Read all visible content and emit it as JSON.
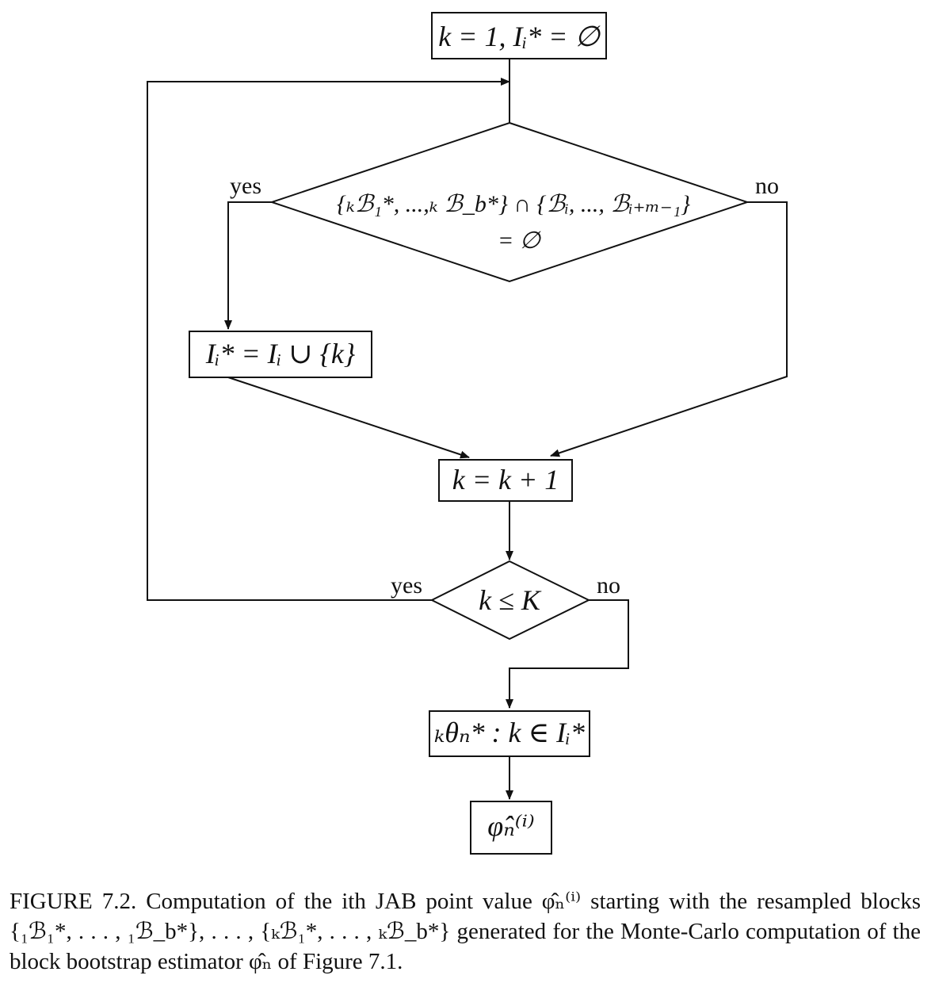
{
  "nodes": {
    "start": "k = 1, Iᵢ* = ∅",
    "decision1_line1": "{ₖℬ₁*, ...,ₖ ℬ_b*} ∩ {ℬᵢ, ..., ℬᵢ₊ₘ₋₁}",
    "decision1_line2": "= ∅",
    "update_set": "Iᵢ* = Iᵢ ∪ {k}",
    "increment": "k = k + 1",
    "decision2": "k ≤ K",
    "collect": "ₖθₙ* : k ∈ Iᵢ*",
    "result": "φ̂ₙ⁽ⁱ⁾"
  },
  "edge_labels": {
    "d1_yes": "yes",
    "d1_no": "no",
    "d2_yes": "yes",
    "d2_no": "no"
  },
  "caption": {
    "text": "FIGURE 7.2. Computation of the ith JAB point value φ̂ₙ⁽ⁱ⁾ starting with the resampled blocks {₁ℬ₁*, . . . , ₁ℬ_b*}, . . . , {ₖℬ₁*, . . . , ₖℬ_b*} generated for the Monte-Carlo computation of the block bootstrap estimator φ̂ₙ of Figure 7.1."
  }
}
